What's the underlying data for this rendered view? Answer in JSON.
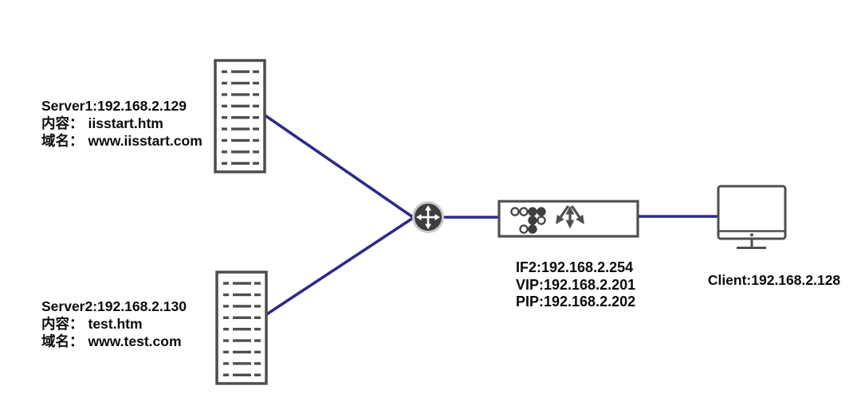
{
  "page": {
    "background": "#ffffff"
  },
  "colors": {
    "link_line": "#2d2b87",
    "node_outline": "#4f4f4f",
    "hub_fill": "#3d3d3d",
    "hub_ring": "#c9c9c9",
    "text": "#0b0b0b"
  },
  "nodes": {
    "server1": {
      "icon": "server-rack-icon",
      "name": "Server1:192.168.2.129",
      "content_label": "内容：",
      "content_value": "iisstart.htm",
      "domain_label": "域名：",
      "domain_value": "www.iisstart.com"
    },
    "server2": {
      "icon": "server-rack-icon",
      "name": "Server2:192.168.2.130",
      "content_label": "内容：",
      "content_value": "test.htm",
      "domain_label": "域名：",
      "domain_value": "www.test.com"
    },
    "hub": {
      "icon": "crossroad-hub-icon"
    },
    "load_balancer": {
      "icon": "load-balancer-icon",
      "if2": "IF2:192.168.2.254",
      "vip": "VIP:192.168.2.201",
      "pip": "PIP:192.168.2.202"
    },
    "client": {
      "icon": "monitor-icon",
      "name": "Client:192.168.2.128"
    }
  }
}
